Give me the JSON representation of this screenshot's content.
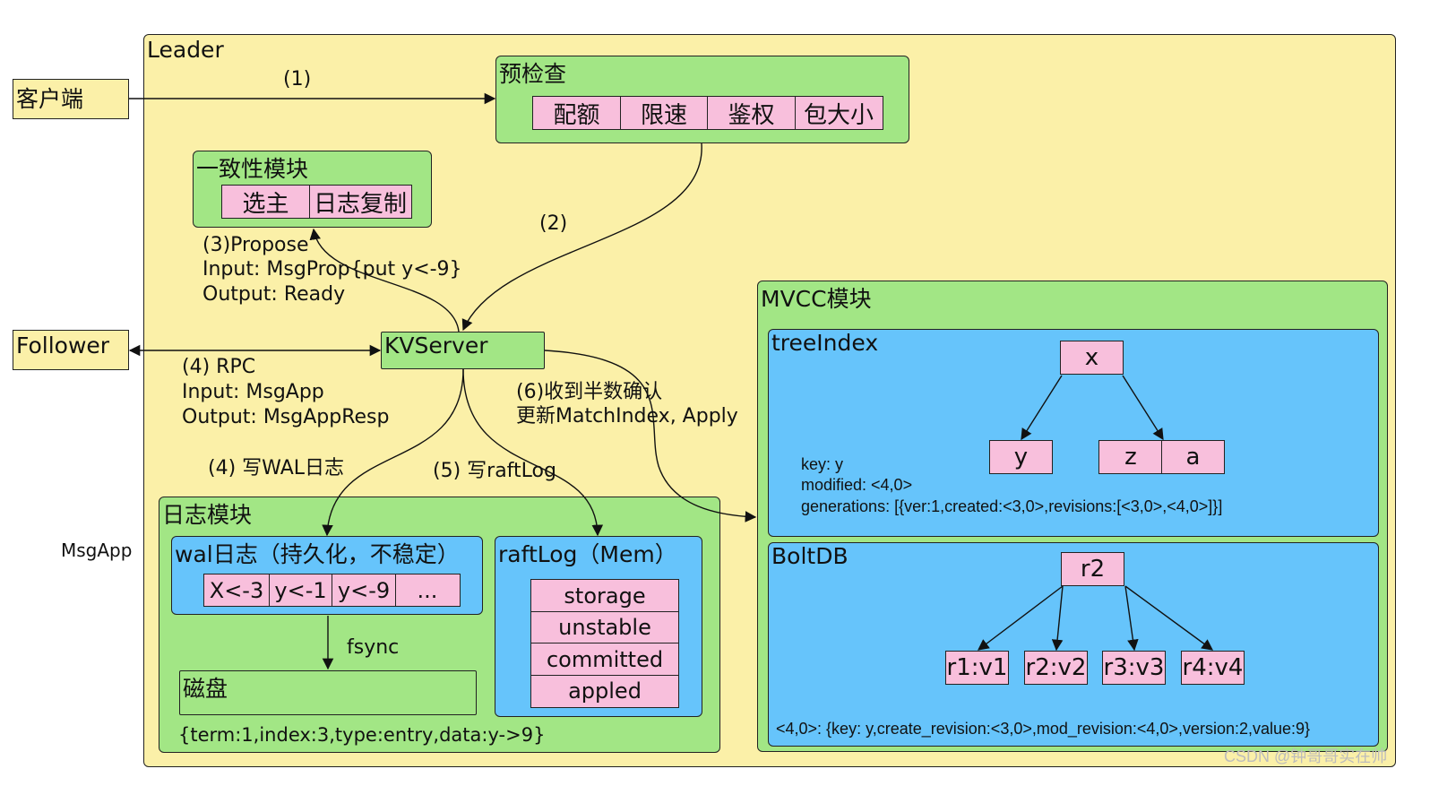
{
  "leader": {
    "title": "Leader"
  },
  "client": {
    "label": "客户端"
  },
  "follower": {
    "label": "Follower"
  },
  "msgapp": {
    "label": "MsgApp"
  },
  "precheck": {
    "title": "预检查",
    "items": [
      "配额",
      "限速",
      "鉴权",
      "包大小"
    ]
  },
  "consensus": {
    "title": "一致性模块",
    "items": [
      "选主",
      "日志复制"
    ]
  },
  "kvserver": {
    "label": "KVServer"
  },
  "steps": {
    "s1": "(1)",
    "s2": "(2)",
    "s3": [
      "(3)Propose",
      "Input: MsgProp{put y<-9}",
      "Output: Ready"
    ],
    "s4rpc": [
      "(4) RPC",
      "Input: MsgApp",
      "Output: MsgAppResp"
    ],
    "s4wal": "(4) 写WAL日志",
    "s5": "(5) 写raftLog",
    "s6": [
      "(6)收到半数确认",
      "更新MatchIndex, Apply"
    ],
    "fsync": "fsync"
  },
  "logmodule": {
    "title": "日志模块",
    "wal": {
      "title": "wal日志（持久化，不稳定）",
      "items": [
        "X<-3",
        "y<-1",
        "y<-9",
        "..."
      ]
    },
    "raftlog": {
      "title": "raftLog（Mem）",
      "items": [
        "storage",
        "unstable",
        "committed",
        "appled"
      ]
    },
    "disk": {
      "title": "磁盘"
    },
    "entry": "{term:1,index:3,type:entry,data:y->9}"
  },
  "mvcc": {
    "title": "MVCC模块",
    "treeindex": {
      "title": "treeIndex",
      "root": "x",
      "left": "y",
      "right": [
        "z",
        "a"
      ],
      "info": [
        "key: y",
        "modified: <4,0>",
        "generations: [{ver:1,created:<3,0>,revisions:[<3,0>,<4,0>]}]"
      ]
    },
    "boltdb": {
      "title": "BoltDB",
      "root": "r2",
      "leaves": [
        "r1:v1",
        "r2:v2",
        "r3:v3",
        "r4:v4"
      ],
      "info": "<4,0>: {key: y,create_revision:<3,0>,mod_revision:<4,0>,version:2,value:9}"
    }
  },
  "watermark": "CSDN @钟哥哥实在帅"
}
